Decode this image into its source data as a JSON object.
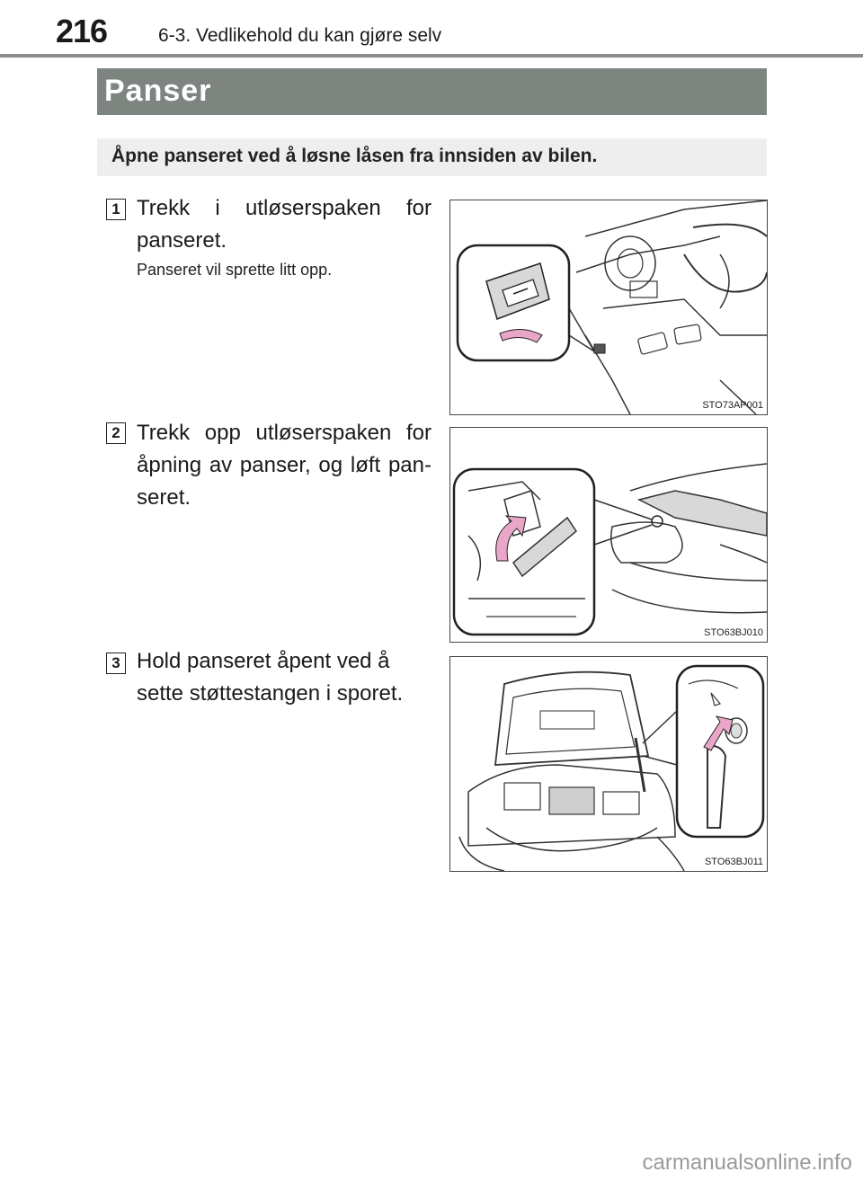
{
  "header": {
    "page_number": "216",
    "chapter": "6-3. Vedlikehold du kan gjøre selv"
  },
  "section": {
    "title": "Panser",
    "intro": "Åpne panseret ved å løsne låsen fra innsiden av bilen."
  },
  "steps": [
    {
      "number": "1",
      "title": "Trekk i utløserspaken for panseret.",
      "note": "Panseret vil sprette litt opp.",
      "figure_code": "STO73AP001"
    },
    {
      "number": "2",
      "title": "Trekk opp utløserspaken for åpning av panser, og løft pan-seret.",
      "figure_code": "STO63BJ010"
    },
    {
      "number": "3",
      "title": "Hold panseret åpent ved å sette støttestangen i sporet.",
      "figure_code": "STO63BJ011"
    }
  ],
  "colors": {
    "title_bar": "#7e8581",
    "intro_bg": "#eeeeee",
    "arrow_pink": "#e9a6c8"
  },
  "footer": {
    "watermark": "carmanualsonline.info"
  }
}
